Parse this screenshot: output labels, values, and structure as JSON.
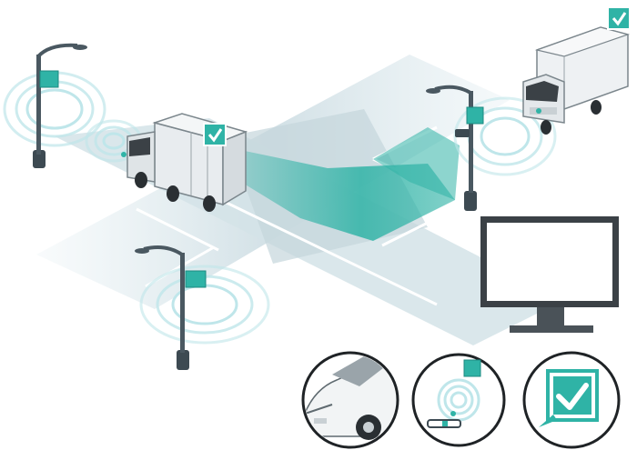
{
  "colors": {
    "accent": "#2fb3a6",
    "accent_dark": "#1c8a80",
    "road": "#cfe0e6",
    "road_shadow": "#b9cbd3",
    "wave": "#dff3f5",
    "pole": "#3d4a52",
    "truck_body": "#e8ecef",
    "monitor_frame": "#3b4146",
    "outline": "#1f2326"
  },
  "scene": {
    "elements": [
      {
        "kind": "road",
        "name": "intersection-road"
      },
      {
        "kind": "corridor",
        "name": "detection-corridor"
      },
      {
        "kind": "street-lamp",
        "name": "street-lamp-top-left"
      },
      {
        "kind": "street-lamp",
        "name": "street-lamp-right"
      },
      {
        "kind": "street-lamp",
        "name": "street-lamp-bottom"
      },
      {
        "kind": "truck",
        "name": "box-truck-center",
        "status_icon": "check-icon"
      },
      {
        "kind": "truck",
        "name": "box-truck-top-right",
        "status_icon": "check-icon"
      },
      {
        "kind": "monitor",
        "name": "display-monitor"
      }
    ],
    "circles": [
      {
        "name": "car-circle-icon",
        "depicts": "car"
      },
      {
        "name": "sensor-circle-icon",
        "depicts": "sensor-waves"
      },
      {
        "name": "check-circle-icon",
        "depicts": "check"
      }
    ]
  }
}
